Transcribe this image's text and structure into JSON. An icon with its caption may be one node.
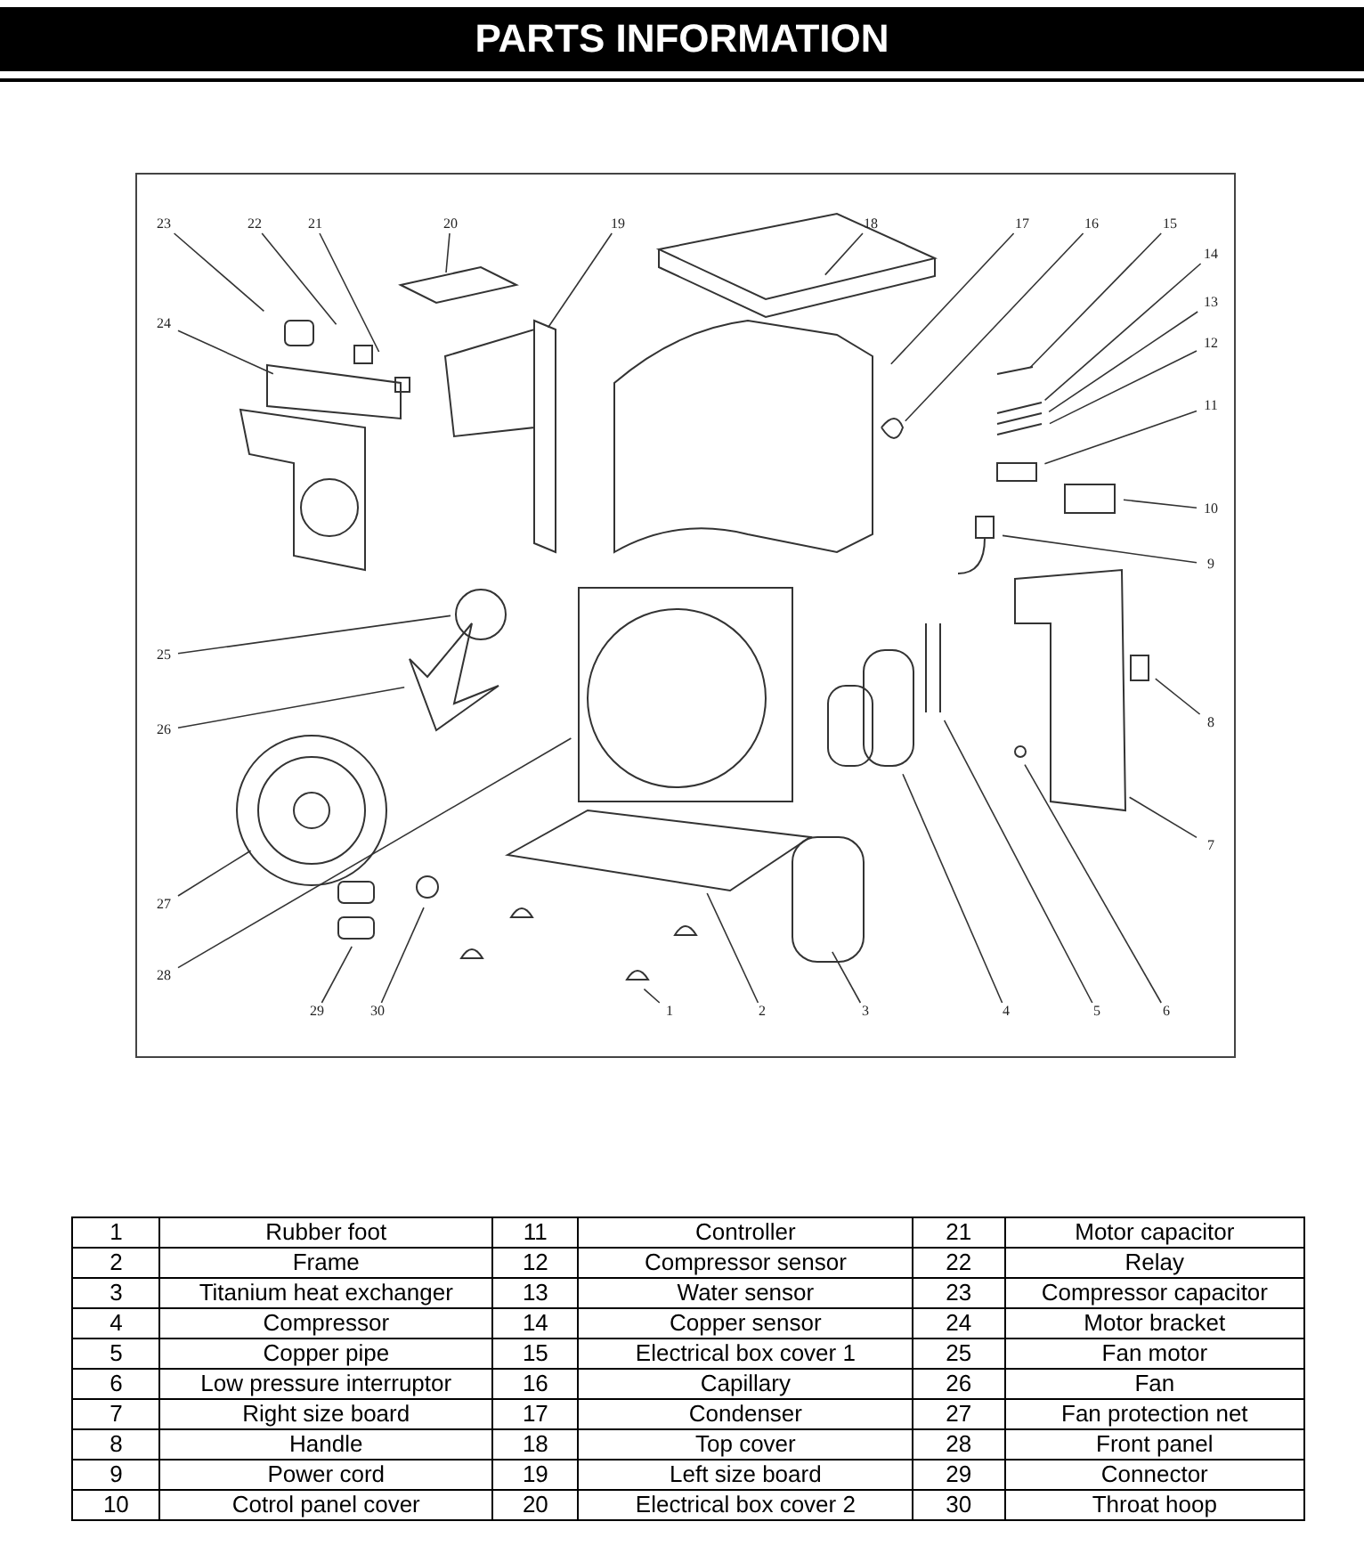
{
  "diagram": {
    "title": "PARTS INFORMATION",
    "nodes": [
      {
        "text": [
          "23"
        ]
      },
      {
        "text": [
          "22"
        ]
      },
      {
        "text": [
          "21"
        ]
      },
      {
        "text": [
          "20"
        ]
      },
      {
        "text": [
          "19"
        ]
      },
      {
        "text": [
          "18"
        ]
      },
      {
        "text": [
          "17"
        ]
      },
      {
        "text": [
          "16"
        ]
      },
      {
        "text": [
          "15"
        ]
      },
      {
        "text": [
          "14"
        ]
      },
      {
        "text": [
          "24"
        ]
      },
      {
        "text": [
          "13"
        ]
      },
      {
        "text": [
          "12"
        ]
      },
      {
        "text": [
          "11"
        ]
      },
      {
        "text": [
          "10"
        ]
      },
      {
        "text": [
          "9"
        ]
      },
      {
        "text": [
          "25"
        ]
      },
      {
        "text": [
          "8"
        ]
      },
      {
        "text": [
          "26"
        ]
      },
      {
        "text": [
          "7"
        ]
      },
      {
        "text": [
          "27"
        ]
      },
      {
        "text": [
          "28"
        ]
      },
      {
        "text": [
          "29"
        ]
      },
      {
        "text": [
          "30"
        ]
      },
      {
        "text": [
          "1"
        ]
      },
      {
        "text": [
          "2"
        ]
      },
      {
        "text": [
          "3"
        ]
      },
      {
        "text": [
          "4"
        ]
      },
      {
        "text": [
          "5"
        ]
      },
      {
        "text": [
          "6"
        ]
      }
    ],
    "edges": [
      {
        "from": 0,
        "to": null,
        "arrow": "none"
      },
      {
        "from": 1,
        "to": null,
        "arrow": "none"
      },
      {
        "from": 2,
        "to": null,
        "arrow": "none"
      },
      {
        "from": 3,
        "to": null,
        "arrow": "none"
      },
      {
        "from": 4,
        "to": null,
        "arrow": "none"
      },
      {
        "from": 5,
        "to": null,
        "arrow": "none"
      },
      {
        "from": 6,
        "to": null,
        "arrow": "none"
      },
      {
        "from": 7,
        "to": null,
        "arrow": "none"
      },
      {
        "from": 8,
        "to": null,
        "arrow": "none"
      },
      {
        "from": 9,
        "to": null,
        "arrow": "none"
      },
      {
        "from": 10,
        "to": null,
        "arrow": "none"
      },
      {
        "from": 11,
        "to": null,
        "arrow": "none"
      },
      {
        "from": 12,
        "to": null,
        "arrow": "none"
      },
      {
        "from": 13,
        "to": null,
        "arrow": "none"
      },
      {
        "from": 14,
        "to": null,
        "arrow": "none"
      },
      {
        "from": 15,
        "to": null,
        "arrow": "none"
      },
      {
        "from": 16,
        "to": null,
        "arrow": "none"
      },
      {
        "from": 17,
        "to": null,
        "arrow": "none"
      },
      {
        "from": 18,
        "to": null,
        "arrow": "none"
      },
      {
        "from": 19,
        "to": null,
        "arrow": "none"
      },
      {
        "from": 20,
        "to": null,
        "arrow": "none"
      },
      {
        "from": 21,
        "to": null,
        "arrow": "none"
      },
      {
        "from": 22,
        "to": null,
        "arrow": "none"
      },
      {
        "from": 23,
        "to": null,
        "arrow": "none"
      },
      {
        "from": 24,
        "to": null,
        "arrow": "none"
      },
      {
        "from": 25,
        "to": null,
        "arrow": "none"
      },
      {
        "from": 26,
        "to": null,
        "arrow": "none"
      },
      {
        "from": 27,
        "to": null,
        "arrow": "none"
      },
      {
        "from": 28,
        "to": null,
        "arrow": "none"
      },
      {
        "from": 29,
        "to": null,
        "arrow": "none"
      }
    ],
    "labels": [
      "1",
      "Rubber foot",
      "11",
      "Controller",
      "21",
      "Motor capacitor",
      "2",
      "Frame",
      "12",
      "Compressor sensor",
      "22",
      "Relay",
      "3",
      "Titanium heat exchanger",
      "13",
      "Water sensor",
      "23",
      "Compressor capacitor",
      "4",
      "Compressor",
      "14",
      "Copper sensor",
      "24",
      "Motor bracket",
      "5",
      "Copper pipe",
      "15",
      "Electrical box cover 1",
      "25",
      "Fan motor",
      "6",
      "Low pressure interruptor",
      "16",
      "Capillary",
      "26",
      "Fan",
      "7",
      "Right size board",
      "17",
      "Condenser",
      "27",
      "Fan protection net",
      "8",
      "Handle",
      "18",
      "Top cover",
      "28",
      "Front panel",
      "9",
      "Power cord",
      "19",
      "Left size board",
      "29",
      "Connector",
      "10",
      "Cotrol panel cover",
      "20",
      "Electrical box cover 2",
      "30",
      "Throat hoop"
    ]
  }
}
